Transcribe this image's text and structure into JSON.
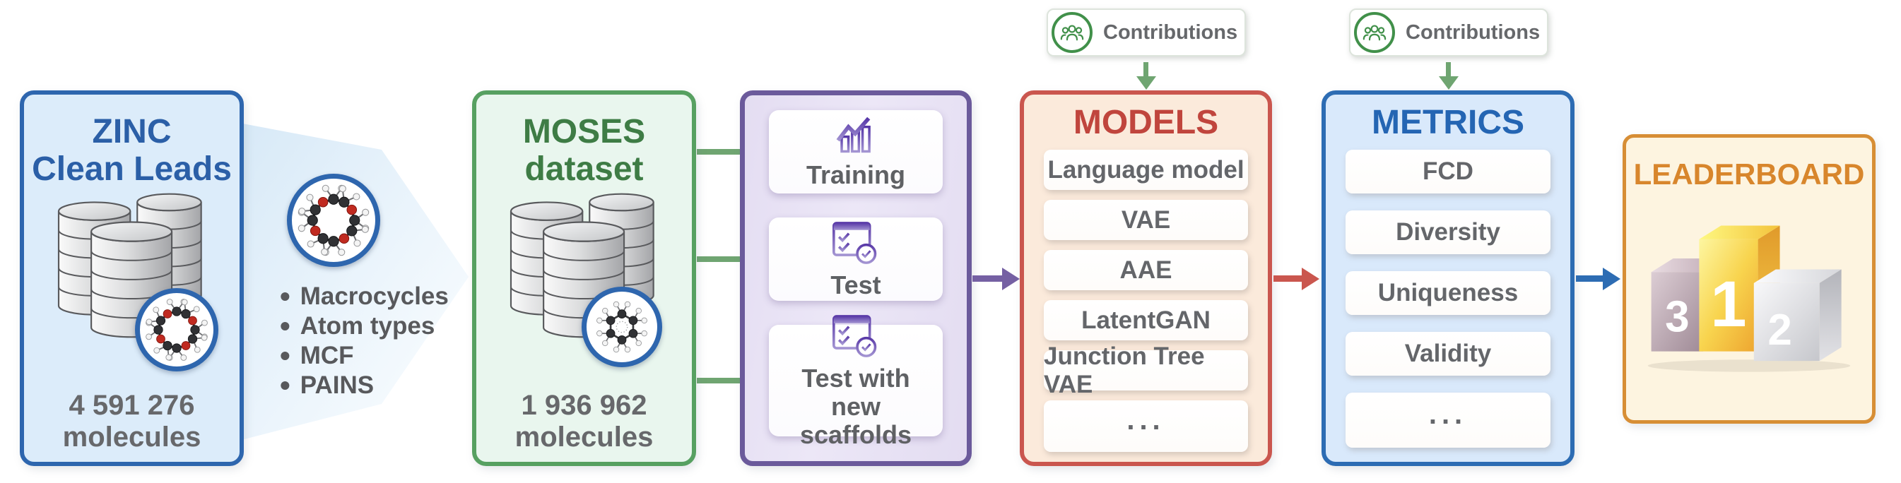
{
  "figure": {
    "zinc": {
      "title_line1": "ZINC",
      "title_line2": "Clean Leads",
      "count": "4 591 276",
      "count_unit": "molecules"
    },
    "filters": {
      "items": [
        "Macrocycles",
        "Atom types",
        "MCF",
        "PAINS"
      ]
    },
    "moses": {
      "title_line1": "MOSES",
      "title_line2": "dataset",
      "count": "1 936 962",
      "count_unit": "molecules"
    },
    "splits": {
      "cards": [
        {
          "label": "Training",
          "icon": "growth-chart-icon"
        },
        {
          "label": "Test",
          "icon": "checklist-icon"
        },
        {
          "label": "Test with new scaffolds",
          "icon": "checklist-icon"
        }
      ]
    },
    "models": {
      "title": "MODELS",
      "items": [
        "Language model",
        "VAE",
        "AAE",
        "LatentGAN",
        "Junction Tree VAE",
        "..."
      ]
    },
    "metrics": {
      "title": "METRICS",
      "items": [
        "FCD",
        "Diversity",
        "Uniqueness",
        "Validity",
        "..."
      ]
    },
    "leaderboard": {
      "title": "LEADERBOARD",
      "podium": {
        "first": "1",
        "second": "2",
        "third": "3"
      }
    },
    "contributions": {
      "label": "Contributions"
    },
    "icons": {
      "zinc_molecule": "crown-ether-molecule-icon",
      "moses_molecule": "ring-molecule-icon",
      "dataset": "database-cylinders-icon",
      "training": "growth-chart-icon",
      "test": "checklist-icon",
      "contributions": "people-group-icon",
      "leaderboard": "podium-icon"
    }
  },
  "palette": {
    "zinc_blue": "#2e66ae",
    "moses_green": "#57a061",
    "splits_purple": "#6b5a9b",
    "models_red": "#ca564e",
    "metrics_blue": "#2d6cb3",
    "leaderboard_orange": "#d78e35",
    "arrow_green": "#6fa571",
    "contrib_green": "#41904a",
    "text_gray": "#64666a",
    "gold": "#f8d44e",
    "silver": "#c9cacf",
    "bronze": "#a58f96"
  }
}
